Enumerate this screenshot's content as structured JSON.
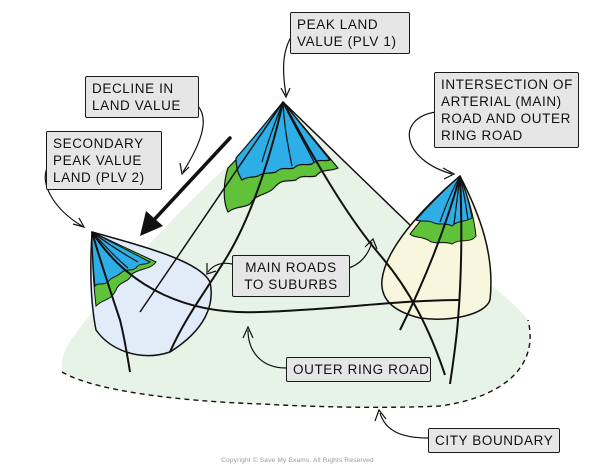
{
  "labels": {
    "peak_land_value": [
      "PEAK LAND",
      "VALUE (PLV 1)"
    ],
    "decline_in_land_value": [
      "DECLINE IN",
      "LAND VALUE"
    ],
    "secondary_peak": [
      "SECONDARY",
      "PEAK VALUE",
      "LAND (PLV 2)"
    ],
    "intersection": [
      "INTERSECTION OF",
      "ARTERIAL (MAIN)",
      "ROAD AND OUTER",
      "RING ROAD"
    ],
    "main_roads": [
      "MAIN ROADS",
      "TO SUBURBS"
    ],
    "outer_ring_road": "OUTER RING ROAD",
    "city_boundary": "CITY BOUNDARY"
  },
  "copyright": "Copyright © Save My Exams. All Rights Reserved",
  "colors": {
    "city_fill": "#e6f3e6",
    "peak_blue": "#2eaee6",
    "peak_green": "#5fc238",
    "primary_cone": "#e6f3e6",
    "secondary_cone": "#e2ebf8",
    "intersection_cone": "#f8f6dc",
    "label_fill": "#e6e6e6",
    "line": "#111111"
  }
}
